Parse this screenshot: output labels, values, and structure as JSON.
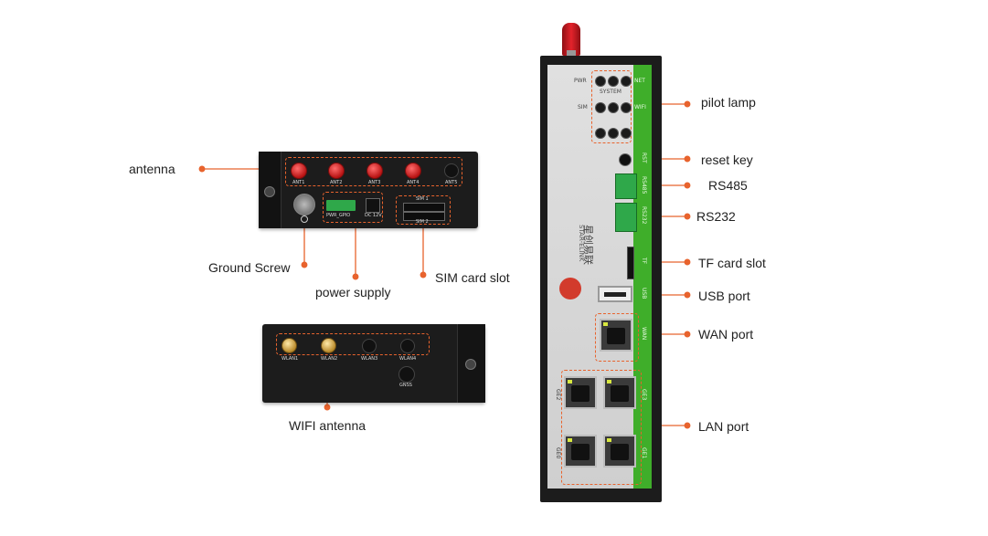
{
  "callouts": {
    "antenna": "antenna",
    "ground_screw": "Ground Screw",
    "power_supply": "power supply",
    "sim_card_slot": "SIM card slot",
    "wifi_antenna": "WIFI antenna",
    "pilot_lamp": "pilot lamp",
    "reset_key": "reset key",
    "rs485": "RS485",
    "rs232": "RS232",
    "tf_card_slot": "TF card slot",
    "usb_port": "USB port",
    "wan_port": "WAN port",
    "lan_port": "LAN port"
  },
  "top_panel": {
    "ant_labels": [
      "ANT1",
      "ANT2",
      "ANT3",
      "ANT4",
      "ANT5"
    ],
    "pwr_label": "PWR_GPIO",
    "dc_label": "DC 12V",
    "sim1_label": "SIM 1",
    "sim2_label": "SIM 2"
  },
  "bottom_panel": {
    "wlan_labels": [
      "WLAN1",
      "WLAN2",
      "WLAN3",
      "WLAN4"
    ],
    "gnss_label": "GNSS"
  },
  "front_panel": {
    "pwr": "PWR",
    "net": "NET",
    "system": "SYSTEM",
    "sim": "SIM",
    "wifi": "WIFI",
    "rst": "RST",
    "rs485": "RS485",
    "rs232": "RS232",
    "tf": "TF",
    "usb": "USB",
    "wan": "WAN",
    "ge2": "GE2",
    "ge3": "GE3",
    "ge0": "GE0",
    "ge1": "GE1",
    "brand_cn": "星创易联",
    "brand_en": "STAR-ELINK"
  },
  "colors": {
    "accent": "#e8632d",
    "panel_green": "#3fae2a",
    "device_black": "#1c1c1c",
    "device_grey": "#d9d9d9"
  }
}
